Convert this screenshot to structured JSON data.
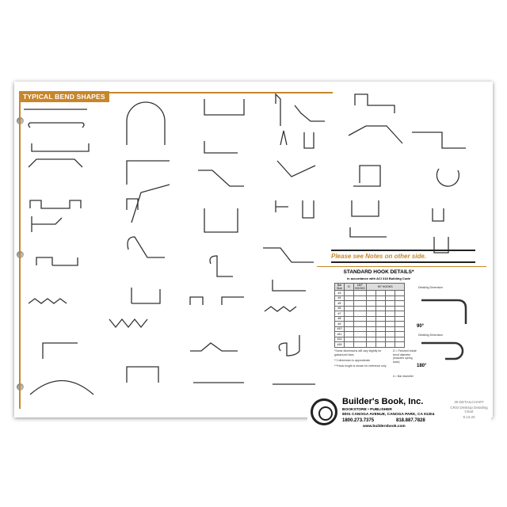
{
  "poster": {
    "section_title": "TYPICAL BEND SHAPES",
    "notes_banner": "Please see Notes on other side.",
    "hook_details": {
      "title": "STANDARD HOOK DETAILS*",
      "subtitle": "in accordance with ACI 318 Building Code",
      "column_headers": [
        "Bar Size",
        "D",
        "180° HOOKS",
        "90° HOOKS"
      ],
      "bar_sizes": [
        "#3",
        "#4",
        "#5",
        "#6",
        "#7",
        "#8",
        "#9",
        "#10",
        "#11",
        "#14",
        "#18"
      ],
      "angle_90": "90°",
      "angle_180": "180°",
      "detailing_dimension": "Detailing Dimension",
      "legend_d": "D = Finished inside bend diameter (includes spring back)",
      "legend_db": "d = Bar diameter",
      "footnotes": [
        "*Some dimensions will vary slightly for galvanized bars.",
        "**J dimension is approximate",
        "***Hook length is shown for reference only"
      ]
    },
    "publisher": {
      "name": "Builder's Book, Inc.",
      "tagline": "BOOKSTORE • PUBLISHER",
      "address": "8001 CANOGA AVENUE, CANOGA PARK, CA 91304",
      "phone_tollfree": "1800.273.7375",
      "phone_local": "818.887.7828",
      "website": "www.buildersbook.com"
    },
    "product_code": [
      "30-DETAILCHART",
      "CRSI Desktop Detailing Chart",
      "8.13.20"
    ]
  }
}
